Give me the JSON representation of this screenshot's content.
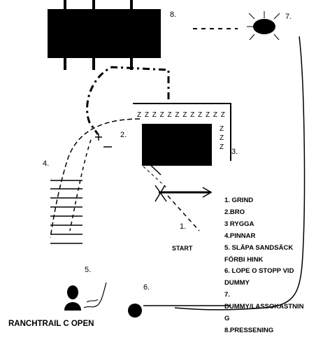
{
  "course_title": "RANCHTRAIL C OPEN",
  "start_label": "START",
  "obstacle_numbers": {
    "n2": "2.",
    "n3": "3.",
    "n4": "4.",
    "n5": "5.",
    "n6": "6.",
    "n7": "7.",
    "n8": "8.",
    "n1": "1."
  },
  "zigzag_marks": {
    "top_row": "Z Z Z Z Z Z Z Z Z Z Z Z",
    "side_col_1": "Z",
    "side_col_2": "Z",
    "side_col_3": "Z"
  },
  "legend": [
    "1. GRIND",
    "2.BRO",
    "3 RYGGA",
    "4.PINNAR",
    "5. SLÄPA SANDSÄCK",
    "FÖRBI HINK",
    "6. LOPE O STOPP VID",
    "DUMMY",
    "7.",
    "DUMMY/LASSOKASTNIN",
    "G",
    "8.PRESSENING"
  ],
  "colors": {
    "ink": "#000000",
    "background": "#ffffff"
  }
}
